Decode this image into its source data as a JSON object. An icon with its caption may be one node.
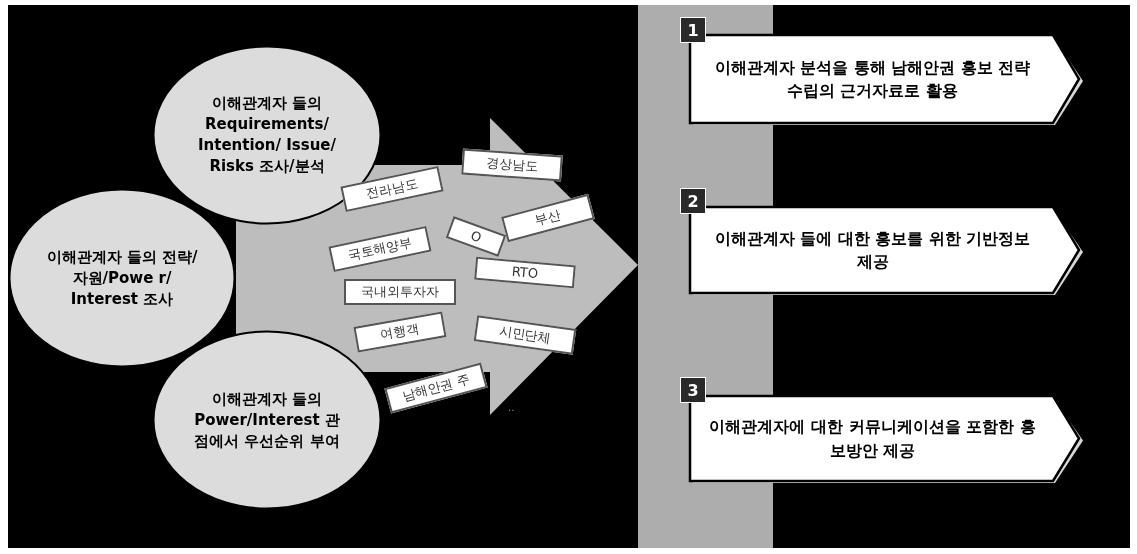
{
  "diagram": {
    "nodes": [
      {
        "text": [
          "이해관계자 들의 Requirements/ Intention/ Issue/ Risks 조사/분석"
        ]
      },
      {
        "text": [
          "이해관계자 들의 전략/자원/Powe r/ Interest 조사"
        ]
      },
      {
        "text": [
          "이해관계자 들의 Power/Interest 관점에서 우선순위 부여"
        ]
      },
      {
        "text": [
          "전라남도"
        ]
      },
      {
        "text": [
          "경상남도"
        ]
      },
      {
        "text": [
          "부산"
        ]
      },
      {
        "text": [
          "O"
        ]
      },
      {
        "text": [
          "국토해양부"
        ]
      },
      {
        "text": [
          "RTO"
        ]
      },
      {
        "text": [
          "국내외투자자"
        ]
      },
      {
        "text": [
          "여행객"
        ]
      },
      {
        "text": [
          "시민단체"
        ]
      },
      {
        "text": [
          "남해안권 주"
        ]
      },
      {
        "text": [],
        "shape": "bar"
      },
      {
        "text": [
          "1"
        ],
        "in": 13
      },
      {
        "text": [
          "이해관계자 분석을 통해 남해안권 홍보 전략수립의 근거자료로 활용"
        ]
      },
      {
        "text": [
          "2"
        ],
        "in": 13
      },
      {
        "text": [
          "이해관계자 들에 대한 홍보를 위한 기반정보 제공"
        ]
      },
      {
        "text": [
          "3"
        ],
        "in": 13
      },
      {
        "text": [
          "이해관계자에 대한 커뮤니케이션을 포함한 홍보방안 제공"
        ]
      }
    ],
    "edges": [
      {
        "from": 1,
        "to": 13,
        "arrow": "to",
        "style": "thick"
      }
    ],
    "labels": [
      ".."
    ]
  }
}
